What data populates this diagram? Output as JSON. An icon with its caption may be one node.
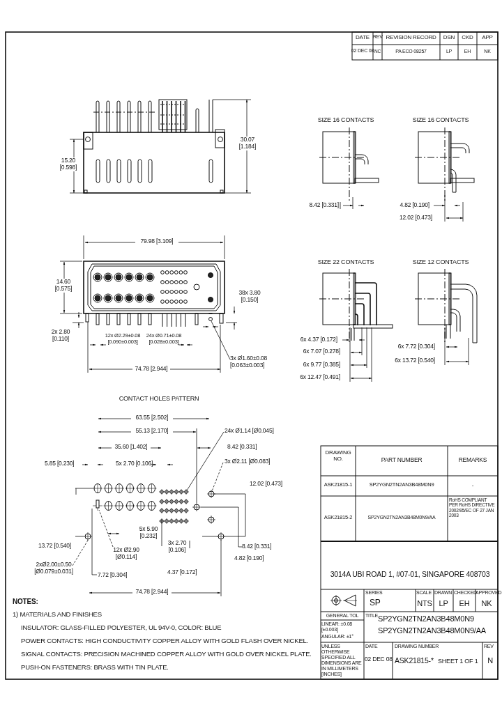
{
  "diagram": {
    "nodes": [
      {
        "text": [
          "24x Ø1.14 [Ø0.045]"
        ]
      },
      {
        "text": [
          "3x Ø2.11 [Ø0.083]"
        ]
      },
      {
        "text": [
          "12x Ø2.90 [Ø0.114]"
        ]
      },
      {
        "text": [
          "2xØ2.00±0.50 [Ø0.079±0.031]"
        ]
      },
      {
        "text": [
          "3x Ø1.60±0.08 [0.063±0.003]"
        ]
      },
      {
        "text": [],
        "shape": "circle"
      },
      {
        "text": [],
        "shape": "circle"
      },
      {
        "text": [],
        "shape": "circle"
      },
      {
        "text": [],
        "shape": "circle"
      },
      {
        "text": [],
        "shape": "box"
      }
    ],
    "edges": [
      {
        "from": 4,
        "to": 5,
        "arrow": "none"
      },
      {
        "from": 0,
        "to": 6,
        "arrow": "none"
      },
      {
        "from": 1,
        "to": 7,
        "arrow": "none",
        "style": "dashed"
      },
      {
        "from": 3,
        "to": 8,
        "arrow": "none",
        "style": "dashed"
      },
      {
        "from": 2,
        "to": 9,
        "arrow": "none",
        "style": "dashed"
      }
    ],
    "labels": [
      "DATE",
      "REV",
      "REVISION RECORD",
      "DSN",
      "CKD",
      "APP",
      "02 DEC 08",
      "NC",
      "PA ECO 08257",
      "LP",
      "EH",
      "NK",
      "15.20 [0.598]",
      "30.07 [1.184]",
      "79.98 [3.109]",
      "14.60 [0.575]",
      "38x 3.80 [0.150]",
      "2x 2.80 [0.110]",
      "12x Ø2.29±0.08 [0.090±0.003]",
      "24x Ø0.71±0.08 [0.028±0.003]",
      "74.78 [2.944]",
      "SIZE 16 CONTACTS",
      "SIZE 16 CONTACTS",
      "8.42 [0.331]",
      "4.82 [0.190]",
      "12.02 [0.473]",
      "SIZE 22 CONTACTS",
      "SIZE 12 CONTACTS",
      "6x 4.37 [0.172]",
      "6x 7.07 [0.278]",
      "6x 9.77 [0.385]",
      "6x 12.47 [0.491]",
      "6x 7.72 [0.304]",
      "6x 13.72 [0.540]",
      "CONTACT HOLES PATTERN",
      "63.55 [2.502]",
      "55.13 [2.170]",
      "35.60 [1.402]",
      "8.42 [0.331]",
      "5.85 [0.230]",
      "5x 2.70 [0.106]",
      "12.02 [0.473]",
      "5x 5.90 [0.232]",
      "13.72 [0.540]",
      "3x 2.70 [0.106]",
      "8.42 [0.331]",
      "4.82 [0.190]",
      "7.72 [0.304]",
      "4.37 [0.172]",
      "74.78 [2.944]",
      "NOTES:",
      "1) MATERIALS AND FINISHES",
      "INSULATOR: GLASS-FILLED POLYESTER, UL 94V-0, COLOR: BLUE",
      "POWER CONTACTS: HIGH CONDUCTIVITY COPPER ALLOY WITH GOLD FLASH OVER NICKEL.",
      "SIGNAL CONTACTS: PRECISION MACHINED COPPER ALLOY WITH GOLD OVER NICKEL PLATE.",
      "PUSH-ON FASTENERS: BRASS WITH TIN PLATE.",
      "DRAWING NO.",
      "PART NUMBER",
      "REMARKS",
      "ASK21815-1",
      "SP2YGN2TN2AN3B48M0N9",
      "-",
      "ASK21815-2",
      "SP2YGN2TN2AN3B48M0N9/AA",
      "RoHS COMPLIANT PER RoHS DIRECTIVE 2002/95/EC OF 27 JAN 2003",
      "3014A UBI ROAD 1, #07-01, SINGAPORE 408703",
      "SERIES",
      "SP",
      "SCALE",
      "NTS",
      "DRAWN",
      "LP",
      "CHECKED",
      "EH",
      "APPROVED",
      "NK",
      "GENERAL TOL",
      "LINEAR: ±0.08 [±0.003]",
      "ANGULAR: ±1°",
      "TITLE",
      "SP2YGN2TN2AN3B48M0N9",
      "SP2YGN2TN2AN3B48M0N9/AA",
      "UNLESS OTHERWISE SPECIFIED ALL DIMENSIONS ARE IN MILLIMETERS [INCHES]",
      "DATE",
      "02 DEC 08",
      "DRAWING NUMBER",
      "ASK21815-*",
      "SHEET 1 OF 1",
      "REV",
      "N"
    ]
  }
}
